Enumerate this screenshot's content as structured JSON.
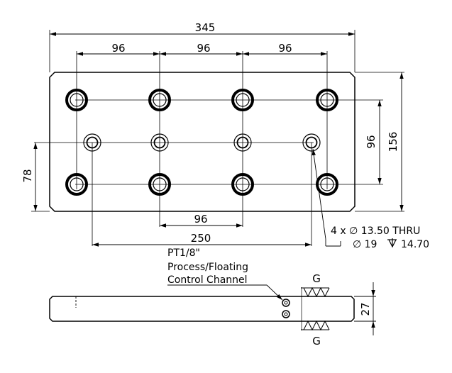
{
  "plate": {
    "dimensions": {
      "overall_length": "345",
      "hole_pitch_1": "96",
      "hole_pitch_2": "96",
      "hole_pitch_3": "96",
      "overall_height": "156",
      "row_spacing": "96",
      "left_offset": "78",
      "small_hole_pitch": "96",
      "small_hole_span": "250",
      "thickness": "27"
    },
    "hole_callout": {
      "line1": "4 x ∅ 13.50 THRU",
      "line2_diameter": "∅ 19",
      "line2_depth": "14.70"
    },
    "port_note": {
      "line1": "PT1/8\"",
      "line2": "Process/Floating",
      "line3": "Control Channel"
    },
    "ground_symbol_top": "G",
    "ground_symbol_bottom": "G"
  }
}
